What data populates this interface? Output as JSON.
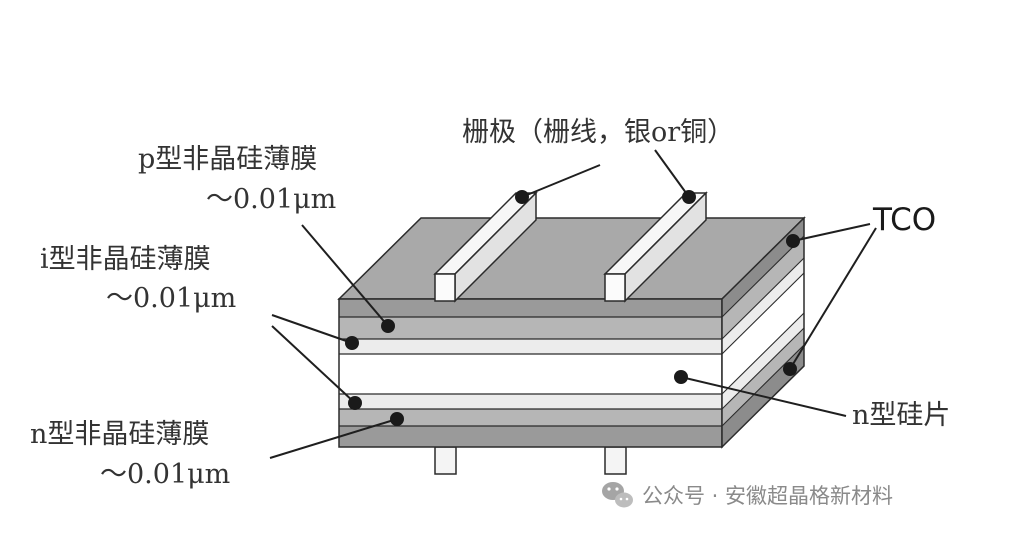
{
  "labels": {
    "p_film": "p型非晶硅薄膜",
    "p_thickness": "～0.01μm",
    "i_film": "i型非晶硅薄膜",
    "i_thickness": "～0.01μm",
    "n_film": "n型非晶硅薄膜",
    "n_thickness": "～0.01μm",
    "grid": "栅极（栅线，银or铜）",
    "tco": "TCO",
    "n_wafer": "n型硅片"
  },
  "watermark": {
    "text": "公众号 · 安徽超晶格新材料",
    "icon": "wechat-icon"
  },
  "colors": {
    "tco_layer": "#9a9a9a",
    "p_layer": "#b6b6b6",
    "i_layer": "#ececec",
    "wafer": "#ffffff",
    "top_face": "#a9a9a9",
    "side_face": "#8c8c8c",
    "outline": "#2b2b2b"
  }
}
